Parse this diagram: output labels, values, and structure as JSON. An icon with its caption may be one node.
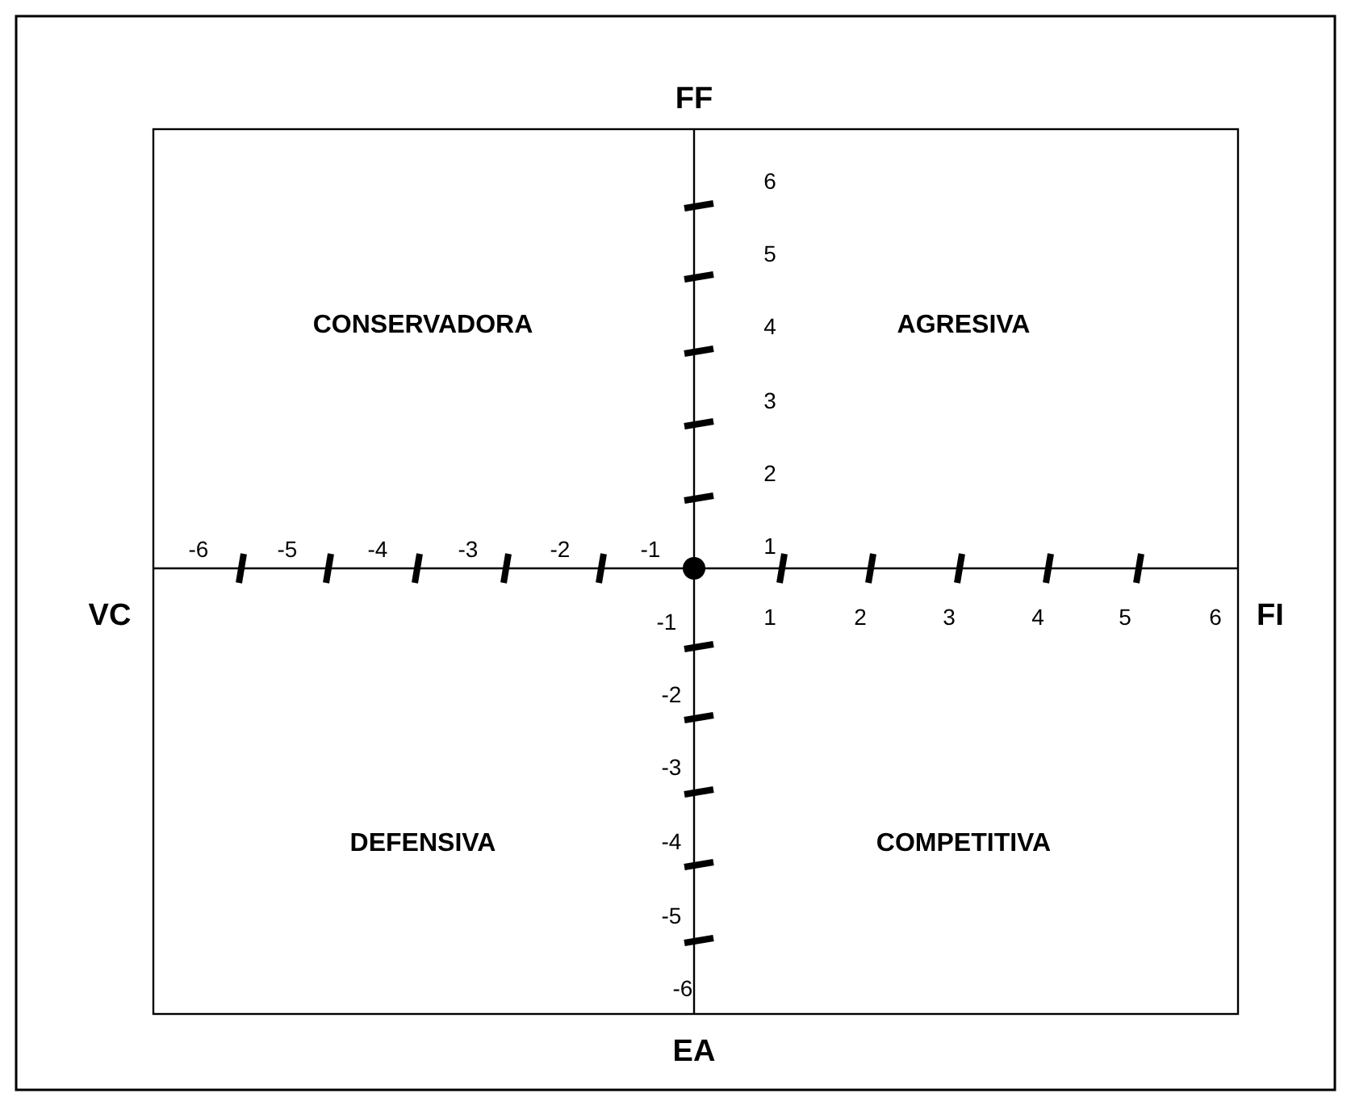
{
  "diagram": {
    "labels": [
      "FF",
      "6",
      "5",
      "CONSERVADORA",
      "4",
      "AGRESIVA",
      "3",
      "2",
      "-6",
      "-5",
      "-4",
      "-3",
      "-2",
      "-1",
      "1",
      "VC",
      "-1",
      "1",
      "2",
      "3",
      "4",
      "5",
      "6",
      "FI",
      "-2",
      "-3",
      "DEFENSIVA",
      "-4",
      "COMPETITIVA",
      "-5",
      "-6",
      "EA"
    ]
  }
}
